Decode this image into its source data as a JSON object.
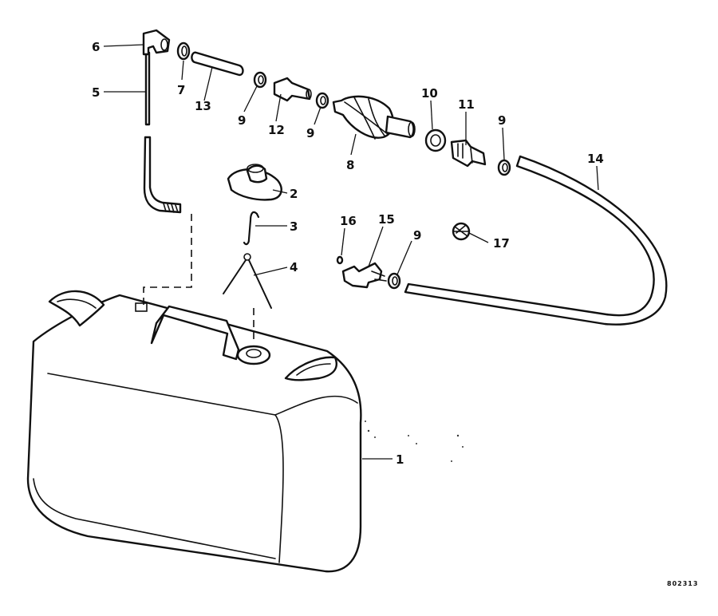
{
  "callouts": {
    "c1": "1",
    "c2": "2",
    "c3": "3",
    "c4": "4",
    "c5": "5",
    "c6": "6",
    "c7": "7",
    "c8": "8",
    "c9a": "9",
    "c9b": "9",
    "c9c": "9",
    "c9d": "9",
    "c10": "10",
    "c11": "11",
    "c12": "12",
    "c13": "13",
    "c14": "14",
    "c15": "15",
    "c16": "16",
    "c17": "17"
  },
  "drawing_code": "802313"
}
